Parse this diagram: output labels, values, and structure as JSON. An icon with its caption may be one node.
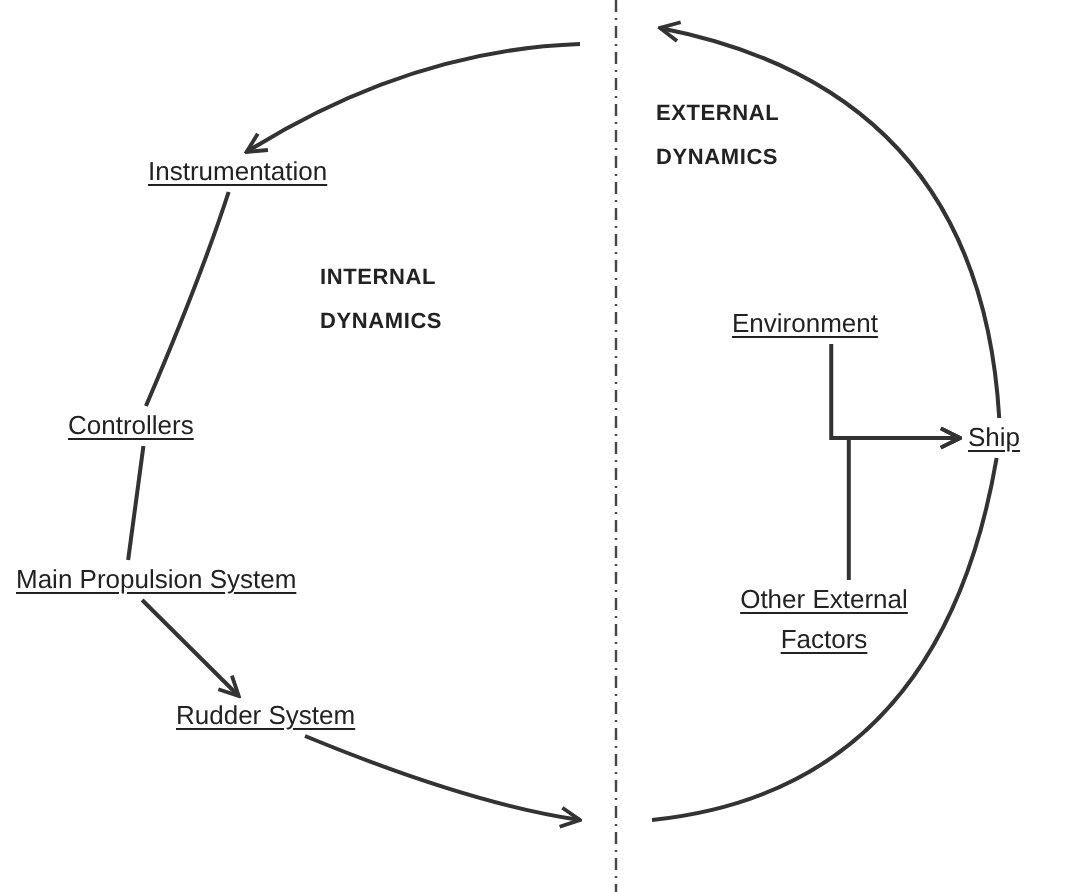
{
  "diagram": {
    "nodes": [
      {
        "text": [
          "Instrumentation"
        ]
      },
      {
        "text": [
          "Controllers"
        ]
      },
      {
        "text": [
          "Main Propulsion System"
        ]
      },
      {
        "text": [
          "Rudder System"
        ]
      },
      {
        "text": [
          "Environment"
        ]
      },
      {
        "text": [
          "Other External Factors"
        ]
      },
      {
        "text": [
          "Ship"
        ]
      }
    ],
    "edges": [
      {
        "from": 0,
        "to": 1,
        "arrow": "none"
      },
      {
        "from": 1,
        "to": 2,
        "arrow": "none"
      },
      {
        "from": 2,
        "to": 3,
        "arrow": "to"
      },
      {
        "from": 3,
        "to": null,
        "arrow": "to"
      },
      {
        "from": null,
        "to": 6,
        "arrow": "none"
      },
      {
        "from": 6,
        "to": null,
        "arrow": "to"
      },
      {
        "from": null,
        "to": 0,
        "arrow": "to"
      },
      {
        "from": 4,
        "to": 6,
        "arrow": "to"
      },
      {
        "from": 5,
        "to": 6,
        "arrow": "to"
      }
    ],
    "labels": [
      "INTERNAL DYNAMICS",
      "EXTERNAL DYNAMICS"
    ]
  }
}
